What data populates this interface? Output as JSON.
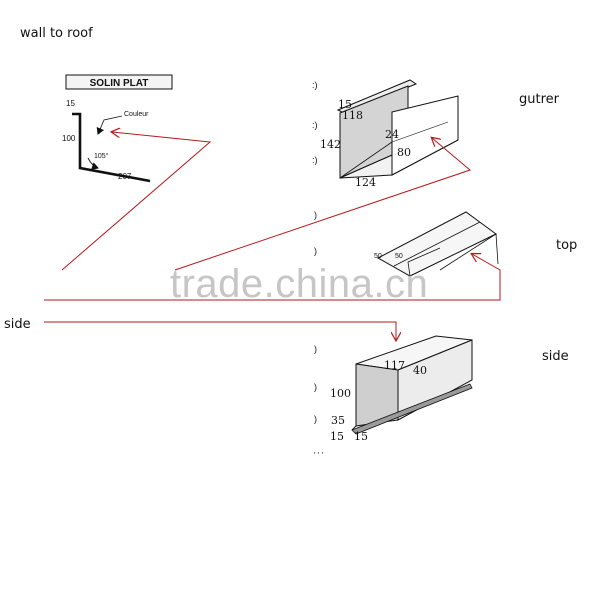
{
  "labels": {
    "title": "wall to roof",
    "gutrer": "gutrer",
    "top": "top",
    "side_left": "side",
    "side_right": "side"
  },
  "solin_plat": {
    "box_title": "SOLIN PLAT",
    "dim_15": "15",
    "dim_100": "100",
    "couleur": "Couleur",
    "angle": "105°",
    "dim_207": "207"
  },
  "gutter": {
    "dim_15": "15",
    "dim_118": "118",
    "dim_142": "142",
    "dim_24": "24",
    "dim_80": "80",
    "dim_124": "124"
  },
  "top_piece": {
    "dim_50a": "50",
    "dim_50b": "50"
  },
  "side_piece": {
    "dim_117": "117",
    "dim_40": "40",
    "dim_100": "100",
    "dim_35": "35",
    "dim_15a": "15",
    "dim_15b": "15"
  },
  "watermark": "trade.china.cn",
  "colors": {
    "arrow": "#b51a1a",
    "ink": "#111111",
    "watermark": "#c6c6c6",
    "panel": "#d6d6d6"
  }
}
